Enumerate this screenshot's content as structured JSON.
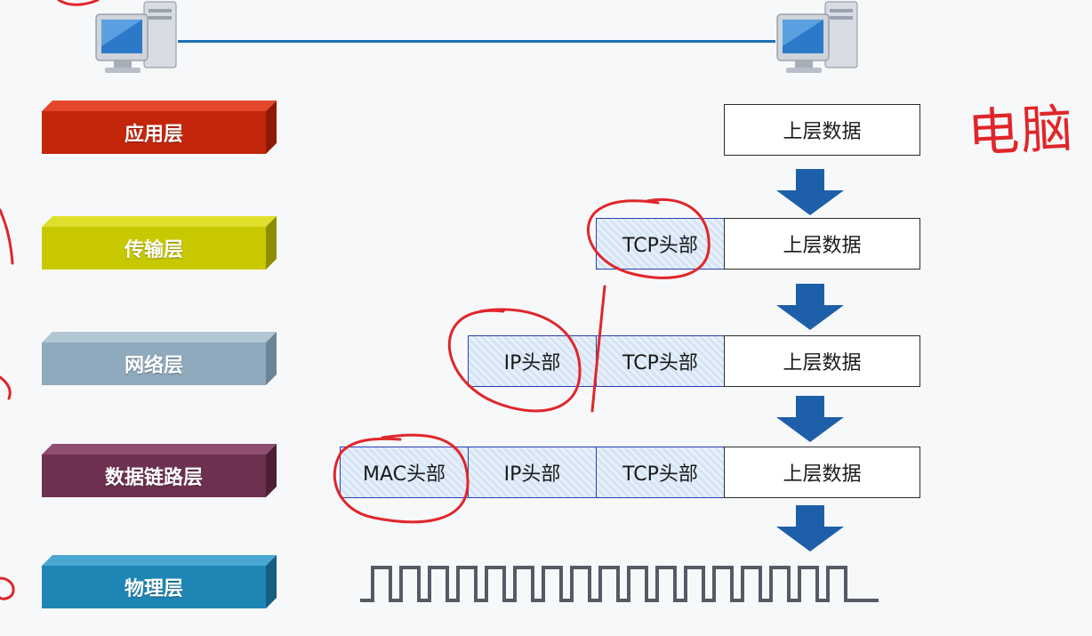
{
  "layers": [
    {
      "label": "应用层",
      "front": "#c4260c",
      "top": "#e3482a",
      "side": "#8f1a06"
    },
    {
      "label": "传输层",
      "front": "#c8c800",
      "top": "#e0df2c",
      "side": "#8e8d00"
    },
    {
      "label": "网络层",
      "front": "#8fa9bd",
      "top": "#b3c6d4",
      "side": "#6b8598"
    },
    {
      "label": "数据链路层",
      "front": "#6e3050",
      "top": "#8f4f70",
      "side": "#4c1f36"
    },
    {
      "label": "物理层",
      "front": "#1e86b5",
      "top": "#4aa7d2",
      "side": "#145f82"
    }
  ],
  "packets": {
    "data_label": "上层数据",
    "tcp_label": "TCP头部",
    "ip_label": "IP头部",
    "mac_label": "MAC头部"
  },
  "handwriting": {
    "right_note": "电脑"
  },
  "colors": {
    "wire": "#1f6fb8",
    "arrow": "#1d5fa8",
    "annotation": "#e0262a"
  }
}
